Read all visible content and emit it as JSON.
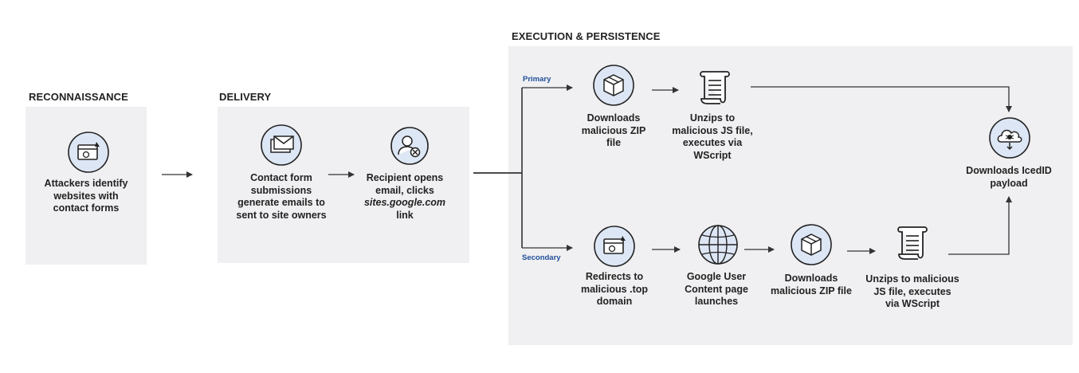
{
  "stages": {
    "recon_title": "RECONNAISSANCE",
    "delivery_title": "DELIVERY",
    "exec_title": "EXECUTION & PERSISTENCE"
  },
  "recon": {
    "step1": "Attackers identify websites with contact forms"
  },
  "delivery": {
    "step1": "Contact form submissions generate emails to sent to site owners",
    "step2_line1": "Recipient opens email, clicks",
    "step2_link": "sites.google.com",
    "step2_line3": "link"
  },
  "execution": {
    "primary_label": "Primary",
    "secondary_label": "Secondary",
    "primary_steps": [
      "Downloads malicious ZIP file",
      "Unzips to malicious JS file, executes via WScript"
    ],
    "secondary_steps": [
      "Redirects to malicious .top domain",
      "Google User Content page launches",
      "Downloads malicious ZIP file",
      "Unzips to malicious JS file, executes via WScript"
    ],
    "final_step": "Downloads IcedID payload"
  },
  "icons": {
    "recon_icon": "browser-warning-icon",
    "email_icon": "email-icon",
    "recipient_icon": "user-blocked-icon",
    "package_icon": "package-icon",
    "script_icon": "script-scroll-icon",
    "globe_icon": "globe-icon",
    "cloud_icon": "cloud-malware-icon"
  },
  "colors": {
    "panel": "#f0f0f2",
    "accent": "#1f4e9a",
    "icon_bg": "#dde6f4"
  }
}
